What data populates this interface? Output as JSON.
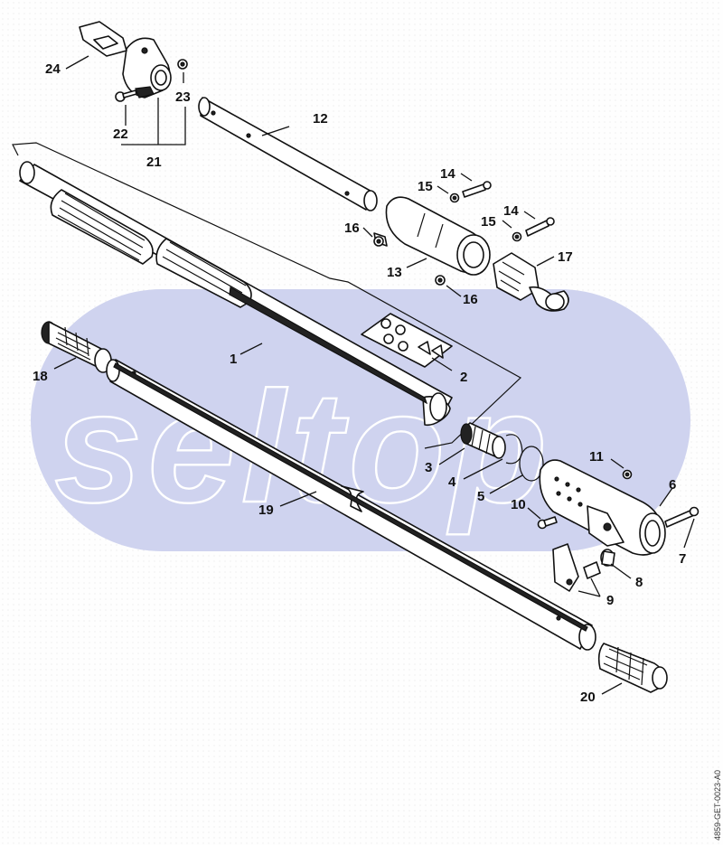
{
  "watermark": "seltop",
  "drawing_code": "4859-GET-0023-A0",
  "colors": {
    "watermark_band": "#cfd3ef",
    "ink": "#111111"
  },
  "callouts": {
    "c1": "1",
    "c2": "2",
    "c3": "3",
    "c4": "4",
    "c5": "5",
    "c6": "6",
    "c7": "7",
    "c8": "8",
    "c9": "9",
    "c10": "10",
    "c11": "11",
    "c12": "12",
    "c13": "13",
    "c14a": "14",
    "c14b": "14",
    "c15a": "15",
    "c15b": "15",
    "c16a": "16",
    "c16b": "16",
    "c17": "17",
    "c18": "18",
    "c19": "19",
    "c20": "20",
    "c21": "21",
    "c22": "22",
    "c23": "23",
    "c24": "24"
  }
}
